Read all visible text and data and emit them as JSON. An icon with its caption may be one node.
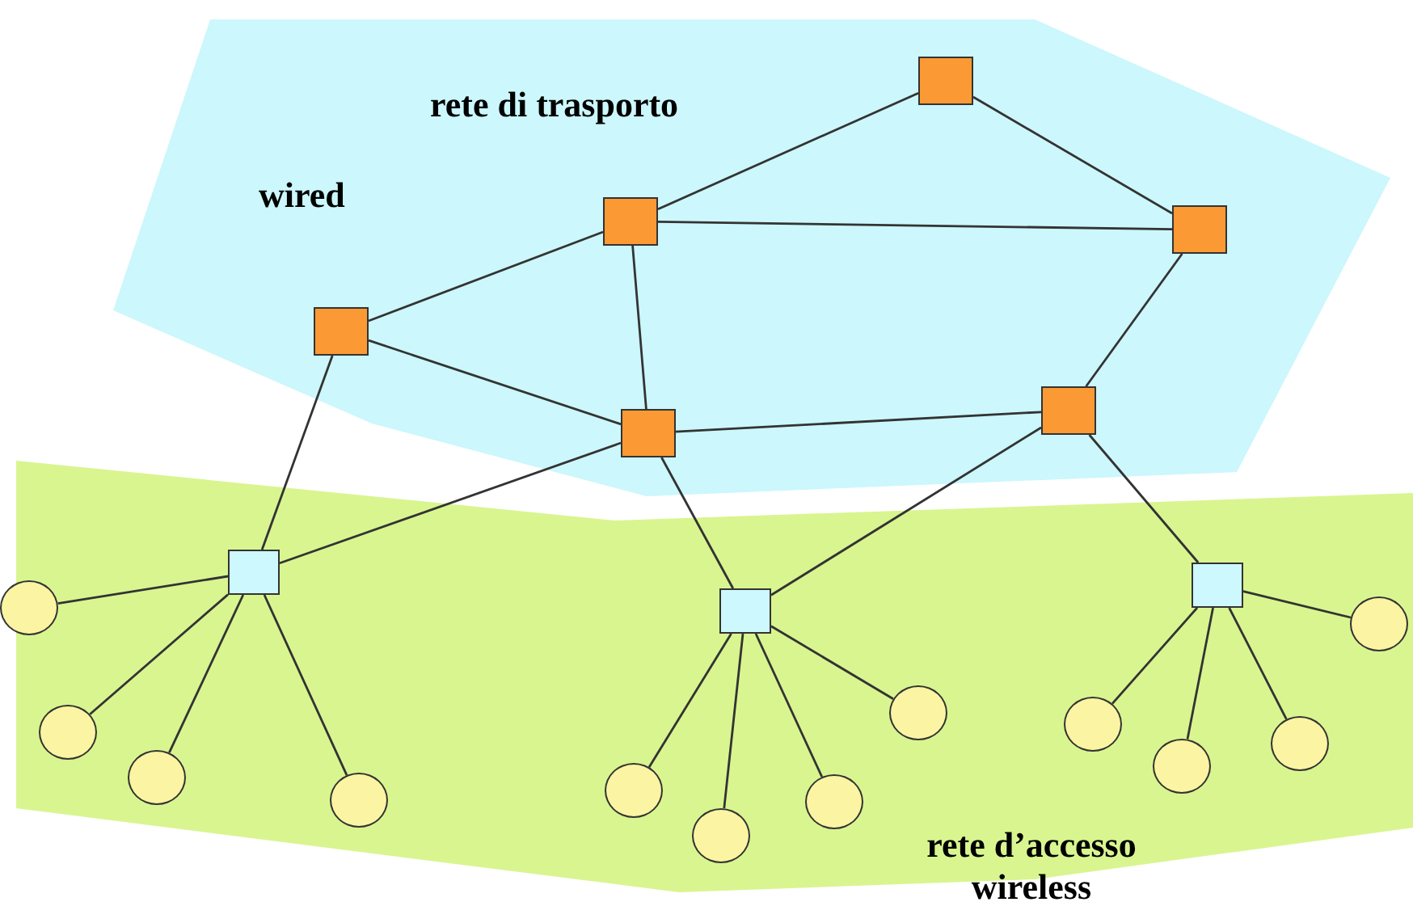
{
  "diagram": {
    "nodes": [
      {
        "text": [
          "rete di trasporto",
          "wired"
        ]
      },
      {
        "text": [
          "rete d’accesso wireless"
        ]
      },
      {
        "text": [],
        "shape": "box",
        "in": 0
      },
      {
        "text": [],
        "shape": "box",
        "in": 0
      },
      {
        "text": [],
        "shape": "box",
        "in": 0
      },
      {
        "text": [],
        "shape": "box",
        "in": 0
      },
      {
        "text": [],
        "shape": "box",
        "in": 0
      },
      {
        "text": [],
        "shape": "box",
        "in": 0
      },
      {
        "text": [],
        "shape": "box",
        "in": 1
      },
      {
        "text": [],
        "shape": "box",
        "in": 1
      },
      {
        "text": [],
        "shape": "box",
        "in": 1
      },
      {
        "text": [],
        "shape": "circle",
        "in": 1
      },
      {
        "text": [],
        "shape": "circle",
        "in": 1
      },
      {
        "text": [],
        "shape": "circle",
        "in": 1
      },
      {
        "text": [],
        "shape": "circle",
        "in": 1
      },
      {
        "text": [],
        "shape": "circle",
        "in": 1
      },
      {
        "text": [],
        "shape": "circle",
        "in": 1
      },
      {
        "text": [],
        "shape": "circle",
        "in": 1
      },
      {
        "text": [],
        "shape": "circle",
        "in": 1
      },
      {
        "text": [],
        "shape": "circle",
        "in": 1
      },
      {
        "text": [],
        "shape": "circle",
        "in": 1
      },
      {
        "text": [],
        "shape": "circle",
        "in": 1
      },
      {
        "text": [],
        "shape": "circle",
        "in": 1
      }
    ],
    "edges": [
      {
        "from": 2,
        "to": 3,
        "arrow": "none"
      },
      {
        "from": 2,
        "to": 4,
        "arrow": "none"
      },
      {
        "from": 3,
        "to": 4,
        "arrow": "none"
      },
      {
        "from": 3,
        "to": 5,
        "arrow": "none"
      },
      {
        "from": 3,
        "to": 6,
        "arrow": "none"
      },
      {
        "from": 4,
        "to": 7,
        "arrow": "none"
      },
      {
        "from": 5,
        "to": 6,
        "arrow": "none"
      },
      {
        "from": 6,
        "to": 7,
        "arrow": "none"
      },
      {
        "from": 5,
        "to": 8,
        "arrow": "none"
      },
      {
        "from": 6,
        "to": 8,
        "arrow": "none"
      },
      {
        "from": 6,
        "to": 9,
        "arrow": "none"
      },
      {
        "from": 7,
        "to": 9,
        "arrow": "none"
      },
      {
        "from": 7,
        "to": 10,
        "arrow": "none"
      },
      {
        "from": 8,
        "to": 11,
        "arrow": "none"
      },
      {
        "from": 8,
        "to": 12,
        "arrow": "none"
      },
      {
        "from": 8,
        "to": 13,
        "arrow": "none"
      },
      {
        "from": 8,
        "to": 14,
        "arrow": "none"
      },
      {
        "from": 9,
        "to": 15,
        "arrow": "none"
      },
      {
        "from": 9,
        "to": 16,
        "arrow": "none"
      },
      {
        "from": 9,
        "to": 17,
        "arrow": "none"
      },
      {
        "from": 9,
        "to": 18,
        "arrow": "none"
      },
      {
        "from": 10,
        "to": 19,
        "arrow": "none"
      },
      {
        "from": 10,
        "to": 20,
        "arrow": "none"
      },
      {
        "from": 10,
        "to": 21,
        "arrow": "none"
      },
      {
        "from": 10,
        "to": 22,
        "arrow": "none"
      }
    ]
  }
}
